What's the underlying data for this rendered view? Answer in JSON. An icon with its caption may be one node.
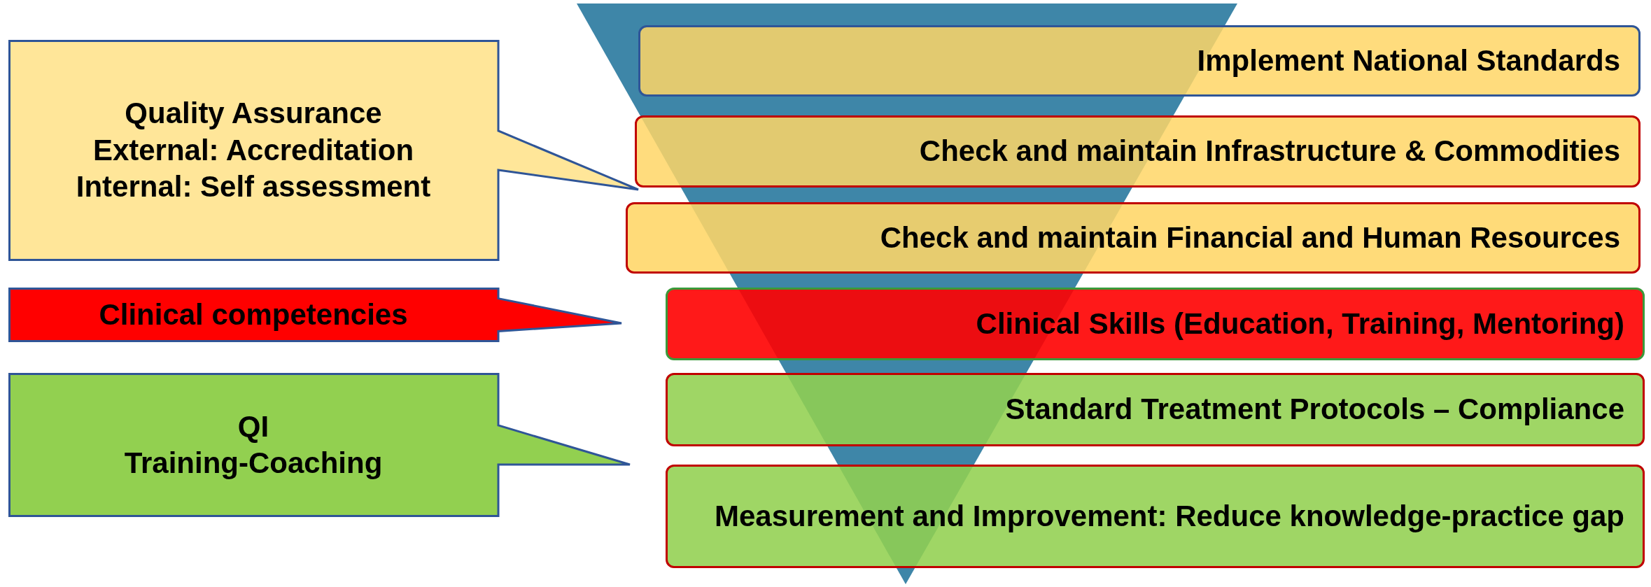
{
  "diagram": {
    "nodes": [
      {
        "text": [
          "Quality Assurance",
          "External: Accreditation",
          "Internal: Self assessment"
        ]
      },
      {
        "text": [
          "Clinical competencies"
        ]
      },
      {
        "text": [
          "QI",
          "Training-Coaching"
        ]
      },
      {
        "text": [
          "Implement National Standards"
        ]
      },
      {
        "text": [
          "Check and maintain Infrastructure & Commodities"
        ]
      },
      {
        "text": [
          "Check and maintain Financial and Human Resources"
        ]
      },
      {
        "text": [
          "Clinical Skills (Education, Training, Mentoring)"
        ]
      },
      {
        "text": [
          "Standard Treatment Protocols – Compliance"
        ]
      },
      {
        "text": [
          "Measurement and Improvement: Reduce knowledge-practice gap"
        ]
      }
    ]
  }
}
